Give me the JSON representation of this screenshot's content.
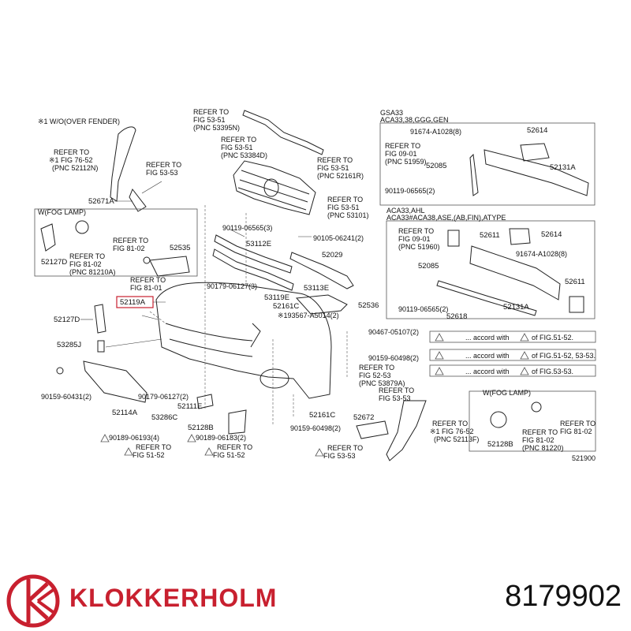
{
  "diagram": {
    "labels": {
      "wo_over_fender": "※1 W/O(OVER FENDER)",
      "refer_fig_76_52_left": "REFER TO\n※1 FIG 76-52\n(PNC 52112N)",
      "refer_53_53_top": "REFER TO\nFIG 53-53",
      "p_52671a": "52671A",
      "w_fog_lamp_left": "W(FOG LAMP)",
      "p_52127d_a": "52127D",
      "refer_81_02_left": "REFER TO\nFIG 81-02\n(PNC 81210A)",
      "refer_81_01_left": "REFER TO\nFIG 81-01",
      "p_52535": "52535",
      "p_52119a": "52119A",
      "p_52127d_b": "52127D",
      "p_53285j": "53285J",
      "p_90159_60431": "90159-60431(2)",
      "p_52114a": "52114A",
      "p_90179_06127_low": "90179-06127(2)",
      "p_52111e": "52111E",
      "p_53286c": "53286C",
      "p_52128b": "52128B",
      "p_90189_06193": "90189-06193(4)",
      "p_90189_06183": "90189-06183(2)",
      "refer_51_52_a": "REFER TO\nFIG 51-52",
      "refer_51_52_b": "REFER TO\nFIG 51-52",
      "refer_53_51_top": "REFER TO\nFIG 53-51\n(PNC 53395N)",
      "refer_53_51_b": "REFER TO\nFIG 53-51\n(PNC 53384D)",
      "refer_53_51_c": "REFER TO\nFIG 53-51\n(PNC 52161R)",
      "refer_53_51_d": "REFER TO\nFIG 53-51\n(PNC 53101)",
      "p_90119_06565_3": "90119-06565(3)",
      "p_53112e": "53112E",
      "p_90105_06241": "90105-06241(2)",
      "p_52029": "52029",
      "p_90179_06127_mid": "90179-06127(3)",
      "p_53113e": "53113E",
      "p_53119e": "53119E",
      "p_52161c_a": "52161C",
      "p_52536": "52536",
      "p_193567": "※193567-A5014(2)",
      "p_90467_05107": "90467-05107(2)",
      "p_90159_60498_a": "90159-60498(2)",
      "refer_52_53": "REFER TO\nFIG 52-53\n(PNC 53879A)",
      "p_52161c_b": "52161C",
      "p_90159_60498_b": "90159-60498(2)",
      "p_52672": "52672",
      "refer_53_53_mid": "REFER TO\nFIG 53-53",
      "refer_53_53_low": "REFER TO\nFIG 53-53",
      "refer_76_52_right": "REFER TO\n※1 FIG 76-52\n(PNC 52113F)",
      "notice_1": "accord with      of FIG.51-52.",
      "notice_2": "accord with      of FIG.51-52, 53-53.",
      "notice_3": "accord with      of FIG.53-53.",
      "box1_title": "GSA33\nACA33,38,GGG,GEN",
      "p_91674_a1028_8": "91674-A1028(8)",
      "p_52614_a": "52614",
      "refer_09_01_a": "REFER TO\nFIG 09-01\n(PNC 51959)",
      "p_52085_a": "52085",
      "p_52131a_a": "52131A",
      "p_90119_06565_2a": "90119-06565(2)",
      "box2_title": "ACA33,AHL\nACA33#ACA38,ASE,(AB,FIN),ATYPE",
      "refer_09_01_b": "REFER TO\nFIG 09-01\n(PNC 51960)",
      "p_52611_a": "52611",
      "p_52614_b": "52614",
      "p_91674_a1028_8b": "91674-A1028(8)",
      "p_52085_b": "52085",
      "p_52611_b": "52611",
      "p_90119_06565_2b": "90119-06565(2)",
      "p_52618": "52618",
      "p_52131a_b": "52131A",
      "w_fog_lamp_right": "W(FOG LAMP)",
      "p_52128b_r": "52128B",
      "refer_81_02_right": "REFER TO\nFIG 81-02\n(PNC 81220)",
      "refer_81_02_right2": "REFER TO\nFIG 81-02",
      "drawing_code": "521900"
    }
  },
  "brand": {
    "name": "KLOKKERHOLM",
    "part_number": "8179902",
    "color": "#c8202f"
  }
}
